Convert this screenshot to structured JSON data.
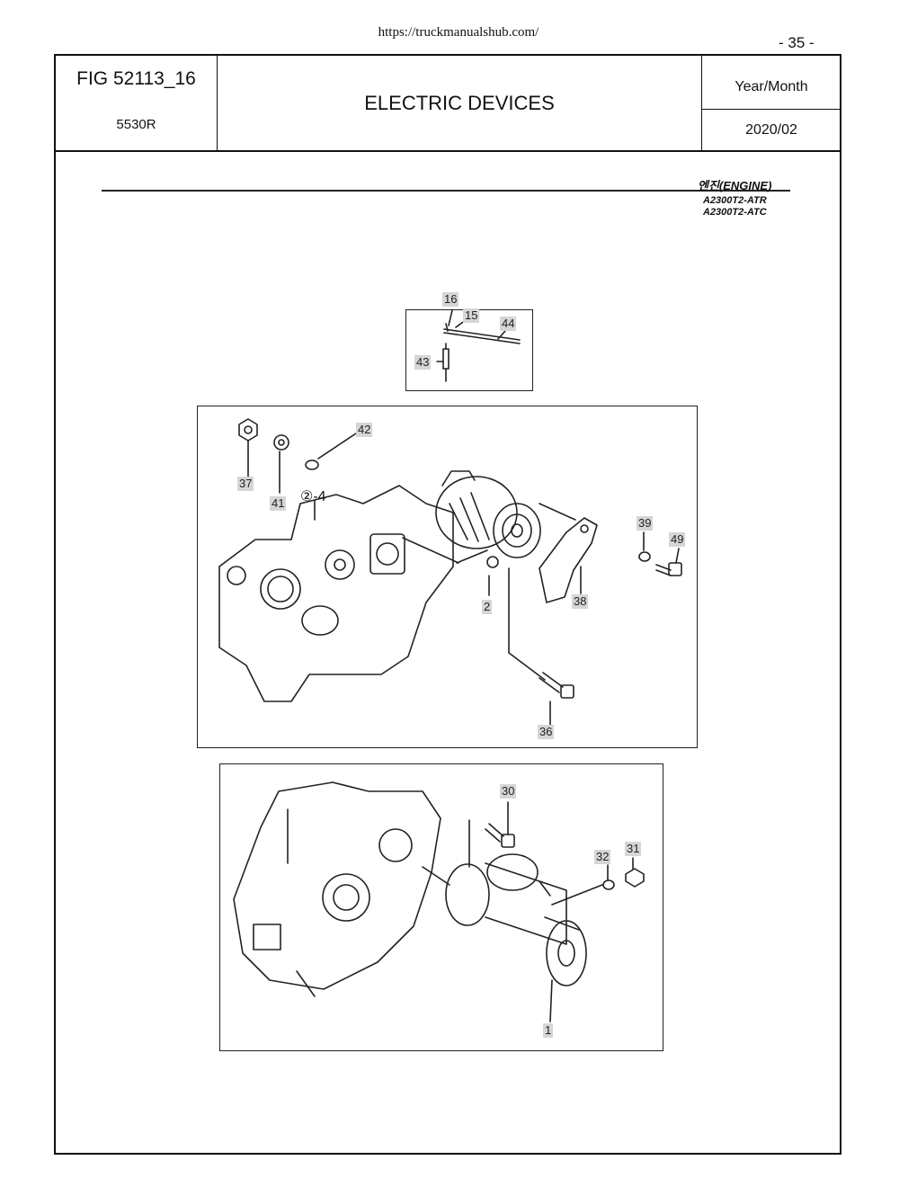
{
  "header": {
    "url": "https://truckmanualshub.com/",
    "page_number": "- 35 -",
    "figure": "FIG 52113_16",
    "model": "5530R",
    "title": "ELECTRIC DEVICES",
    "year_month_label": "Year/Month",
    "year_month_value": "2020/02"
  },
  "engine": {
    "label": "엔진(ENGINE)",
    "codes": [
      "A2300T2-ATR",
      "A2300T2-ATC"
    ]
  },
  "callouts": {
    "glow": [
      "16",
      "15",
      "44",
      "43"
    ],
    "alternator": [
      "42",
      "37",
      "41",
      "②-4",
      "39",
      "49",
      "38",
      "2",
      "36"
    ],
    "starter": [
      "30",
      "32",
      "31",
      "1"
    ]
  }
}
